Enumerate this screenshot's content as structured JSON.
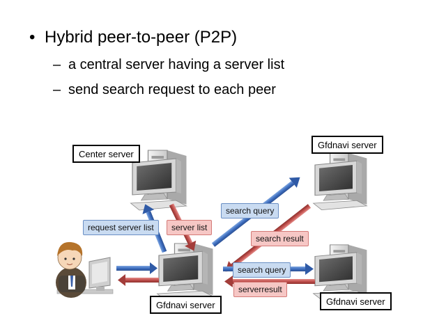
{
  "slide": {
    "bullet": "Hybrid peer-to-peer (P2P)",
    "sub_bullets": [
      "a central server having a server list",
      "send search request to each peer"
    ]
  },
  "diagram": {
    "nodes": {
      "center": "Center server",
      "peer_top": "Gfdnavi server",
      "client_server": "Gfdnavi server",
      "peer_bottom": "Gfdnavi server"
    },
    "edges": {
      "request_server_list": "request server list",
      "server_list": "server list",
      "search_query_top": "search query",
      "search_result": "search result",
      "search_query_bottom": "search query",
      "server_result": "serverresult"
    },
    "colors": {
      "request": "#4472c4",
      "response": "#c0504d",
      "request_label_bg": "#c9dbf1",
      "response_label_bg": "#f6c7c5"
    },
    "icons": [
      "computer-icon",
      "user-icon"
    ]
  }
}
